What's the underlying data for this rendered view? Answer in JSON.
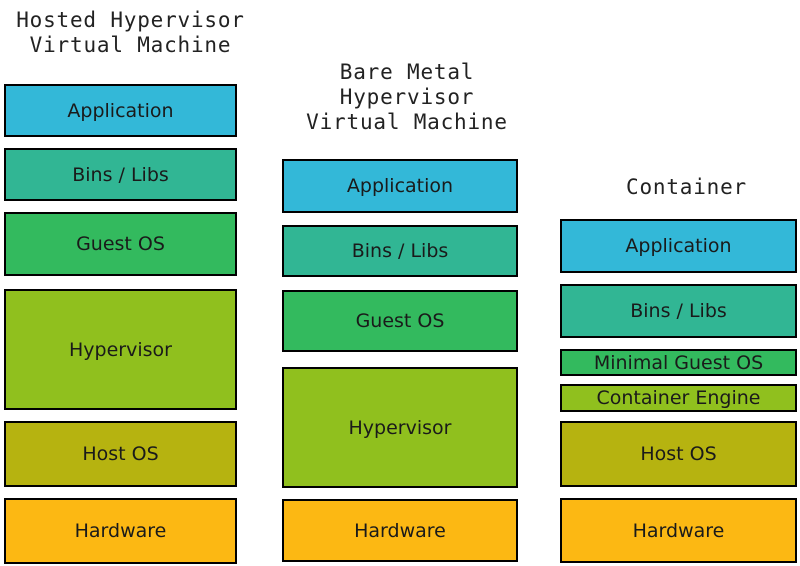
{
  "palette": {
    "application": "#33b8d8",
    "bins_libs": "#31b694",
    "guest_os": "#33ba5e",
    "hypervisor": "#90c01e",
    "host_os": "#b6b310",
    "hardware": "#fcb813"
  },
  "text_color": "#1a1a1a",
  "border_color": "#000000",
  "background": "#ffffff",
  "columns": [
    {
      "id": "hosted-hypervisor-vm",
      "title_lines": [
        "Hosted Hypervisor",
        "Virtual Machine"
      ],
      "boxes": [
        {
          "label": "Application",
          "color": "application"
        },
        {
          "label": "Bins / Libs",
          "color": "bins_libs"
        },
        {
          "label": "Guest OS",
          "color": "guest_os"
        },
        {
          "label": "Hypervisor",
          "color": "hypervisor"
        },
        {
          "label": "Host OS",
          "color": "host_os"
        },
        {
          "label": "Hardware",
          "color": "hardware"
        }
      ]
    },
    {
      "id": "bare-metal-hypervisor-vm",
      "title_lines": [
        "Bare Metal",
        "Hypervisor",
        "Virtual Machine"
      ],
      "boxes": [
        {
          "label": "Application",
          "color": "application"
        },
        {
          "label": "Bins / Libs",
          "color": "bins_libs"
        },
        {
          "label": "Guest OS",
          "color": "guest_os"
        },
        {
          "label": "Hypervisor",
          "color": "hypervisor"
        },
        {
          "label": "Hardware",
          "color": "hardware"
        }
      ]
    },
    {
      "id": "container",
      "title_lines": [
        "Container"
      ],
      "boxes": [
        {
          "label": "Application",
          "color": "application"
        },
        {
          "label": "Bins / Libs",
          "color": "bins_libs"
        },
        {
          "label": "Minimal Guest OS",
          "color": "guest_os"
        },
        {
          "label": "Container Engine",
          "color": "hypervisor"
        },
        {
          "label": "Host OS",
          "color": "host_os"
        },
        {
          "label": "Hardware",
          "color": "hardware"
        }
      ]
    }
  ]
}
